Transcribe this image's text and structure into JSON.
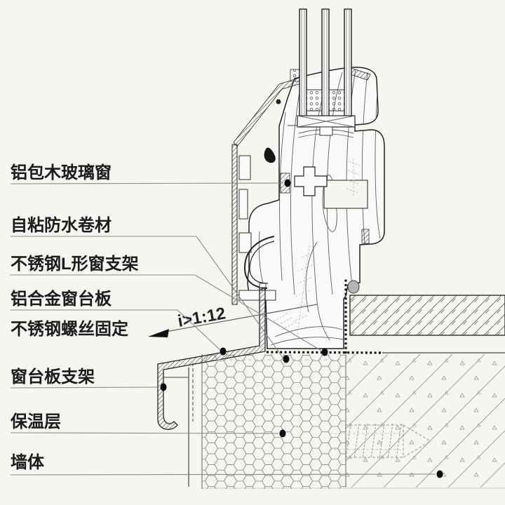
{
  "diagram": {
    "type": "construction-detail-section",
    "labels": [
      {
        "id": "aluminum-clad-wood-window",
        "text": "铝包木玻璃窗"
      },
      {
        "id": "self-adhesive-waterproof-membrane",
        "text": "自粘防水卷材"
      },
      {
        "id": "stainless-steel-l-bracket",
        "text": "不锈钢L形窗支架"
      },
      {
        "id": "aluminum-alloy-sill-board",
        "text": "铝合金窗台板"
      },
      {
        "id": "stainless-steel-screw-fixing",
        "text": "不锈钢螺丝固定"
      },
      {
        "id": "sill-board-bracket",
        "text": "窗台板支架"
      },
      {
        "id": "insulation-layer",
        "text": "保温层"
      },
      {
        "id": "wall",
        "text": "墙体"
      }
    ],
    "annotations": {
      "slope": "i>1:12"
    },
    "colors": {
      "background": "#f6f5f2",
      "line": "#222222",
      "leader": "#8a8a8a",
      "dot": "#0d0d0d",
      "sealant_gray": "#b5b5b3"
    }
  }
}
